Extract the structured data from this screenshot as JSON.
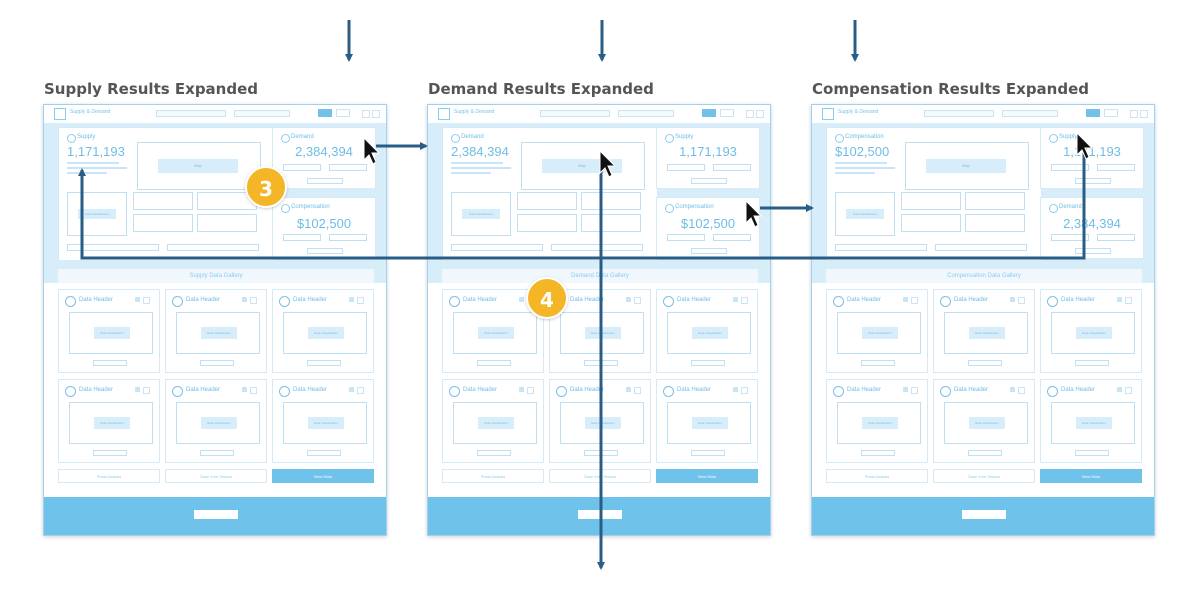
{
  "titles": {
    "supply": "Supply Results Expanded",
    "demand": "Demand Results Expanded",
    "compensation": "Compensation Results Expanded"
  },
  "badges": {
    "three": "3",
    "four": "4"
  },
  "panels": {
    "supply": {
      "app_name": "Supply & Demand",
      "big_card": {
        "title": "Supply",
        "value": "1,171,193"
      },
      "small_card1": {
        "title": "Demand",
        "value": "2,384,394"
      },
      "small_card2": {
        "title": "Compensation",
        "value": "$102,500"
      },
      "gallery_title": "Supply Data Gallery"
    },
    "demand": {
      "app_name": "Supply & Demand",
      "big_card": {
        "title": "Demand",
        "value": "2,384,394"
      },
      "small_card1": {
        "title": "Supply",
        "value": "1,171,193"
      },
      "small_card2": {
        "title": "Compensation",
        "value": "$102,500"
      },
      "gallery_title": "Demand Data Gallery"
    },
    "compensation": {
      "app_name": "Supply & Demand",
      "big_card": {
        "title": "Compensation",
        "value": "$102,500"
      },
      "small_card1": {
        "title": "Supply",
        "value": "1,171,193"
      },
      "small_card2": {
        "title": "Demand",
        "value": "2,384,394"
      },
      "gallery_title": "Compensation Data Gallery"
    }
  },
  "common": {
    "map_label": "Map",
    "data_header": "Data Header",
    "data_visualization": "Data Visualization",
    "actions": [
      "Reset Actions",
      "Save Your Search",
      "View More"
    ]
  },
  "colors": {
    "arrow": "#2a5d86",
    "accent": "#6fc3ea",
    "badge": "#f4b627"
  }
}
